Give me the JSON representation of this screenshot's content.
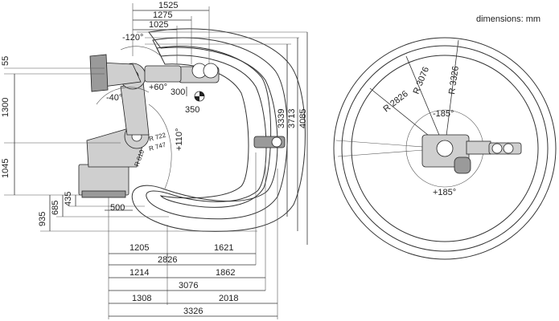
{
  "units_note": "dimensions: mm",
  "side_view": {
    "top_dims": [
      "1525",
      "1275",
      "1025"
    ],
    "axis6_angle": "-120°",
    "axis5_angle_pos": "+60°",
    "axis5_angle_neg": "-40°",
    "axis3_angle": "+110°",
    "wrist_offset": "300",
    "wrist_dim": "350",
    "radius_labels": [
      "R 722",
      "R 747",
      "R 810"
    ],
    "left_dims": [
      "55",
      "1300",
      "1045"
    ],
    "bottom_left_dims": [
      "935",
      "685",
      "435"
    ],
    "base_dim": "500",
    "right_vertical_dims": [
      "3339",
      "3713",
      "4085"
    ],
    "bottom_dims": [
      [
        "1205",
        "1621"
      ],
      [
        "2826"
      ],
      [
        "1214",
        "1862"
      ],
      [
        "3076"
      ],
      [
        "1308",
        "2018"
      ],
      [
        "3326"
      ]
    ]
  },
  "top_view": {
    "radii": [
      "R 2826",
      "R 3076",
      "R 3326"
    ],
    "angle_neg": "-185°",
    "angle_pos": "+185°"
  }
}
